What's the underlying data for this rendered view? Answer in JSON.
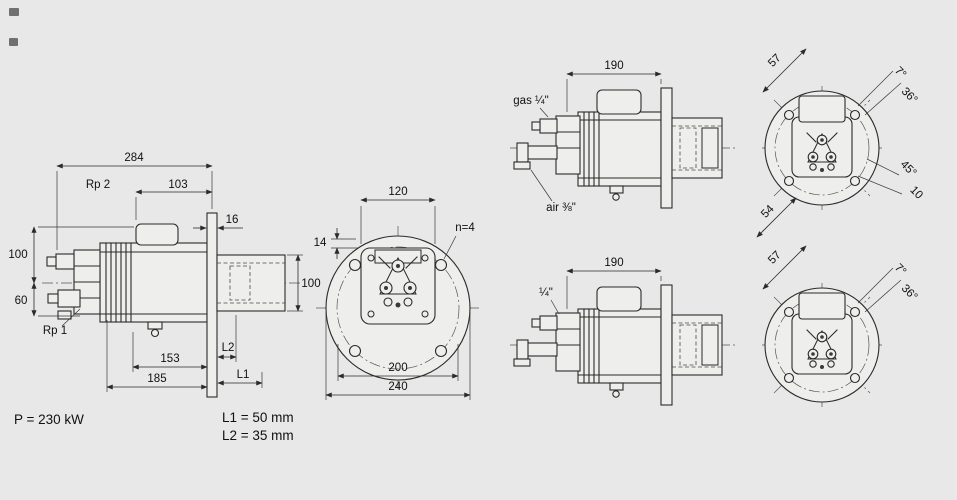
{
  "colors": {
    "background": "#e8e8e8",
    "line": "#2a2a2a"
  },
  "left_side_view": {
    "dim_284": "284",
    "label_rp2": "Rp 2",
    "dim_103": "103",
    "dim_16": "16",
    "dim_100_height": "100",
    "dim_60": "60",
    "label_rp1": "Rp 1",
    "dim_153": "153",
    "dim_185": "185",
    "label_l2": "L2",
    "label_l1": "L1",
    "dim_100_tube": "100"
  },
  "front_view_main": {
    "dim_120": "120",
    "dim_14": "14",
    "label_n4": "n=4",
    "dim_200": "200",
    "dim_240": "240"
  },
  "gas_side_view": {
    "dim_190": "190",
    "label_gas": "gas ¼\"",
    "label_air": "air ⅜\""
  },
  "gas_front_view": {
    "dim_57": "57",
    "angle_7": "7°",
    "angle_36": "36°",
    "angle_45": "45°",
    "dim_10": "10",
    "dim_54": "54"
  },
  "second_side_view": {
    "dim_190": "190",
    "label_quarter": "¼\""
  },
  "second_front_view": {
    "dim_57": "57",
    "angle_7": "7°",
    "angle_36": "36°"
  },
  "notes": {
    "power": "P = 230 kW",
    "l1": "L1 = 50 mm",
    "l2": "L2 = 35 mm"
  }
}
